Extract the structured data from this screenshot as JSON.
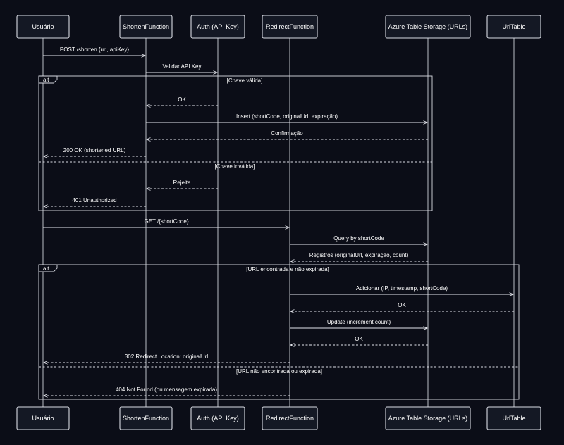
{
  "actors": [
    {
      "id": "user",
      "label": "Usuário"
    },
    {
      "id": "shorten",
      "label": "ShortenFunction"
    },
    {
      "id": "auth",
      "label": "Auth (API Key)"
    },
    {
      "id": "redirect",
      "label": "RedirectFunction"
    },
    {
      "id": "storage",
      "label": "Azure Table Storage (URLs)"
    },
    {
      "id": "urltable",
      "label": "UrlTable"
    }
  ],
  "messages": [
    {
      "from": "user",
      "to": "shorten",
      "label": "POST /shorten {url, apiKey}",
      "kind": "call"
    },
    {
      "from": "shorten",
      "to": "auth",
      "label": "Validar API Key",
      "kind": "call"
    },
    {
      "from": "auth",
      "to": "shorten",
      "label": "OK",
      "kind": "reply"
    },
    {
      "from": "shorten",
      "to": "storage",
      "label": "Insert (shortCode, originalUrl, expiração)",
      "kind": "call"
    },
    {
      "from": "storage",
      "to": "shorten",
      "label": "Confirmação",
      "kind": "reply"
    },
    {
      "from": "shorten",
      "to": "user",
      "label": "200 OK (shortened URL)",
      "kind": "reply"
    },
    {
      "from": "auth",
      "to": "shorten",
      "label": "Rejeita",
      "kind": "reply"
    },
    {
      "from": "shorten",
      "to": "user",
      "label": "401 Unauthorized",
      "kind": "reply"
    },
    {
      "from": "user",
      "to": "redirect",
      "label": "GET /{shortCode}",
      "kind": "call"
    },
    {
      "from": "redirect",
      "to": "storage",
      "label": "Query by shortCode",
      "kind": "call"
    },
    {
      "from": "storage",
      "to": "redirect",
      "label": "Registros (originalUrl, expiração, count)",
      "kind": "reply"
    },
    {
      "from": "redirect",
      "to": "urltable",
      "label": "Adicionar (IP, timestamp, shortCode)",
      "kind": "call"
    },
    {
      "from": "urltable",
      "to": "redirect",
      "label": "OK",
      "kind": "reply"
    },
    {
      "from": "redirect",
      "to": "storage",
      "label": "Update (increment count)",
      "kind": "call"
    },
    {
      "from": "storage",
      "to": "redirect",
      "label": "OK",
      "kind": "reply"
    },
    {
      "from": "redirect",
      "to": "user",
      "label": "302 Redirect Location: originalUrl",
      "kind": "reply"
    },
    {
      "from": "redirect",
      "to": "user",
      "label": "404 Not Found (ou mensagem expirada)",
      "kind": "reply"
    }
  ],
  "fragments": [
    {
      "keyword": "alt",
      "guards": [
        "[Chave válida]",
        "[Chave inválida]"
      ]
    },
    {
      "keyword": "alt",
      "guards": [
        "[URL encontrada e não expirada]",
        "[URL não encontrada ou expirada]"
      ]
    }
  ]
}
